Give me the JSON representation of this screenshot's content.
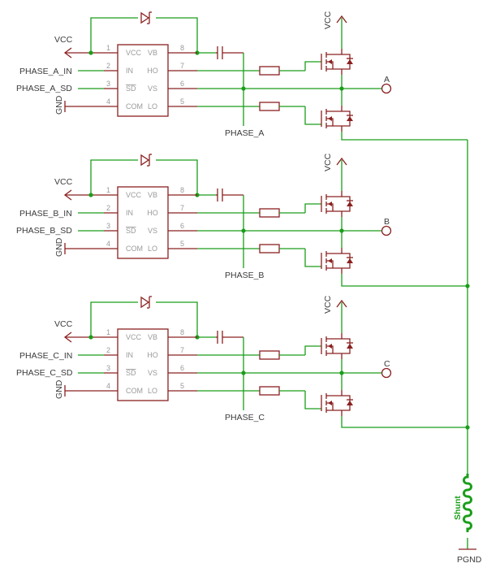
{
  "phases": [
    {
      "input_label": "PHASE_A_IN",
      "sd_label": "PHASE_A_SD",
      "phase_net": "PHASE_A",
      "output_label": "A",
      "vcc_label": "VCC",
      "gnd_label": "GND",
      "fet_vcc_label": "VCC"
    },
    {
      "input_label": "PHASE_B_IN",
      "sd_label": "PHASE_B_SD",
      "phase_net": "PHASE_B",
      "output_label": "B",
      "vcc_label": "VCC",
      "gnd_label": "GND",
      "fet_vcc_label": "VCC"
    },
    {
      "input_label": "PHASE_C_IN",
      "sd_label": "PHASE_C_SD",
      "phase_net": "PHASE_C",
      "output_label": "C",
      "vcc_label": "VCC",
      "gnd_label": "GND",
      "fet_vcc_label": "VCC"
    }
  ],
  "driver_ic": {
    "left_pins": [
      {
        "num": "1",
        "name": "VCC"
      },
      {
        "num": "2",
        "name": "IN"
      },
      {
        "num": "3",
        "name": "SD"
      },
      {
        "num": "4",
        "name": "COM"
      }
    ],
    "right_pins": [
      {
        "num": "8",
        "name": "VB"
      },
      {
        "num": "7",
        "name": "HO"
      },
      {
        "num": "6",
        "name": "VS"
      },
      {
        "num": "5",
        "name": "LO"
      }
    ]
  },
  "shunt_label": "Shunt",
  "pgnd_label": "PGND",
  "colors": {
    "wire": "#1a9e1a",
    "symbol": "#8b2020",
    "pin_text": "#9a9a9a",
    "net_text": "#3a3a3a"
  }
}
